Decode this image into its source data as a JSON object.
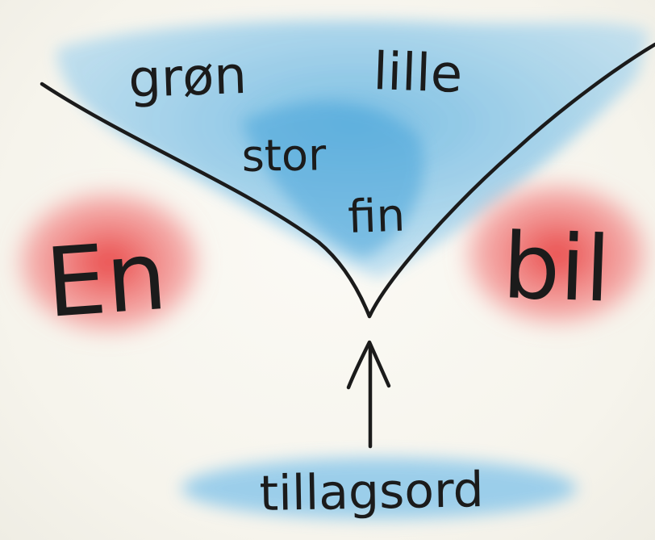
{
  "adjectives": [
    "grøn",
    "lille",
    "stor",
    "fin"
  ],
  "noun_phrase": {
    "article": "En",
    "noun": "bil"
  },
  "pointer_label": "tillagsord",
  "colors": {
    "adjective_wash": "#7cc0e6",
    "noun_wash": "#ec4a4a",
    "ink": "#1b1b1b",
    "paper": "#f7f5ee"
  }
}
